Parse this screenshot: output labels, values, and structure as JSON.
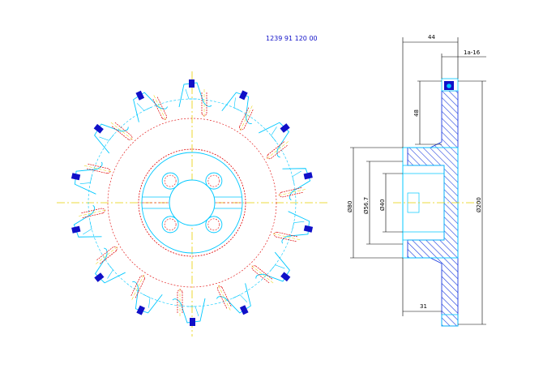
{
  "drawing": {
    "part_number": "1239 91 120 00",
    "colors": {
      "outline": "#00c8ff",
      "hidden_line": "#e00000",
      "center_line": "#e8d000",
      "dimension": "#000000",
      "insert": "#1010c8",
      "hatch": "#2040e0"
    }
  },
  "front_view": {
    "insert_count": 14,
    "bolt_hole_count": 4
  },
  "section_view": {
    "dimensions": {
      "overall_width": "44",
      "insert_size": "1a-16",
      "insert_height": "48",
      "hub_dia": "Ø80",
      "counterbore_dia": "Ø56.7",
      "bore_dia": "Ø40",
      "cutter_dia": "Ø200",
      "hub_length": "31"
    }
  }
}
